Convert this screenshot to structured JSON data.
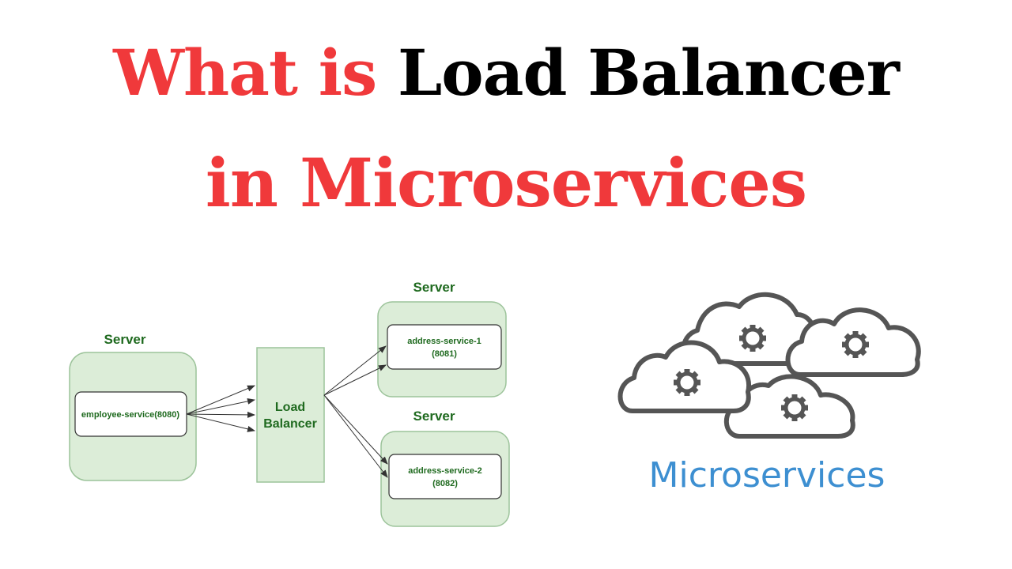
{
  "title": {
    "line1_red": "What is",
    "line1_black": "Load Balancer",
    "line2_red": "in Microservices"
  },
  "diagram": {
    "left_server_label": "Server",
    "employee_service": "employee-service(8080)",
    "load_balancer_line1": "Load",
    "load_balancer_line2": "Balancer",
    "top_server_label": "Server",
    "address_service_1_line1": "address-service-1",
    "address_service_1_line2": "(8081)",
    "bottom_server_label": "Server",
    "address_service_2_line1": "address-service-2",
    "address_service_2_line2": "(8082)"
  },
  "microservices_graphic": {
    "caption": "Microservices",
    "caption_color": "#3d8fd1",
    "icon_stroke_color": "#555555"
  },
  "colors": {
    "title_red": "#f0393b",
    "server_fill": "#dcedd8",
    "server_border": "#9cc39a",
    "server_label": "#1f6a1f"
  }
}
